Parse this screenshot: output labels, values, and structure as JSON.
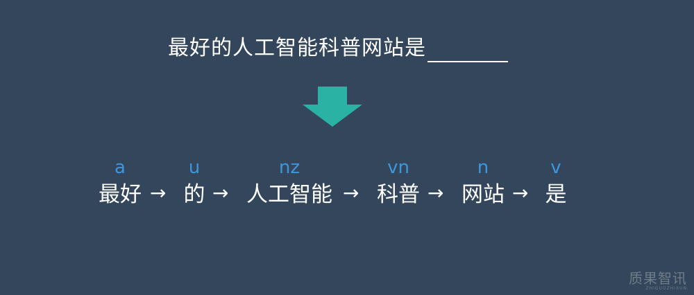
{
  "sentence": {
    "text": "最好的人工智能科普网站是"
  },
  "tokens": [
    {
      "word": "最好",
      "tag": "a"
    },
    {
      "word": "的",
      "tag": "u"
    },
    {
      "word": "人工智能",
      "tag": "nz"
    },
    {
      "word": "科普",
      "tag": "vn"
    },
    {
      "word": "网站",
      "tag": "n"
    },
    {
      "word": "是",
      "tag": "v"
    }
  ],
  "separator": "→",
  "colors": {
    "background": "#33465b",
    "arrow": "#2ab2a4",
    "tag": "#3e97dc",
    "text": "#ffffff"
  },
  "watermark": {
    "title": "质果智讯",
    "subtitle": "ZHIGUOZHIXUN"
  }
}
